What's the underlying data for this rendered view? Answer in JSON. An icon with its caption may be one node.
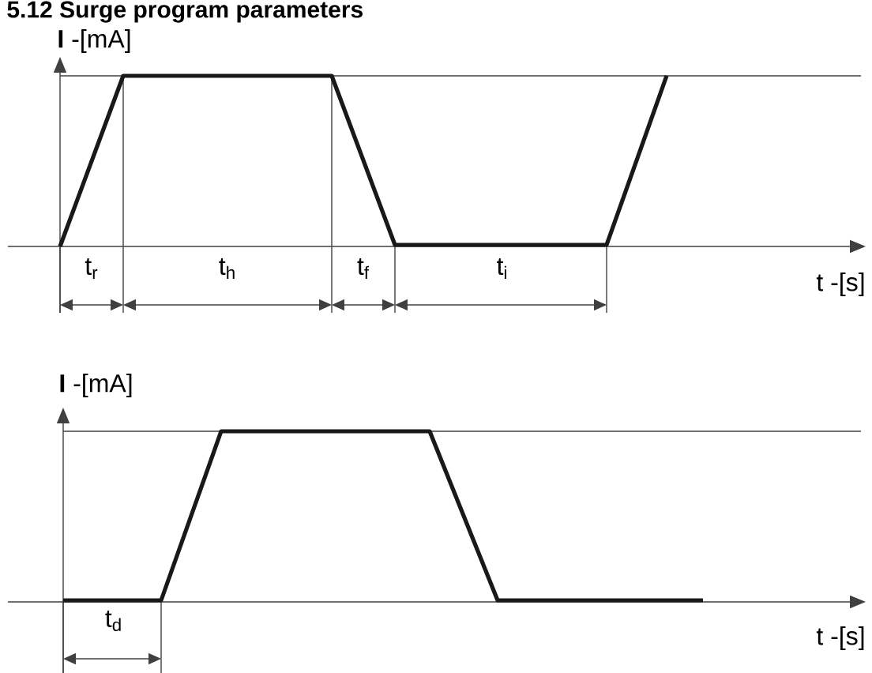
{
  "diagram": {
    "title": "5.12 Surge program parameters",
    "labels": [
      "**I** -[mA]",
      "t$_{r}$",
      "t$_{h}$",
      "t$_{f}$",
      "t$_{i}$",
      "t -[s]",
      "**I** -[mA]",
      "t$_{d}$",
      "t -[s]"
    ]
  }
}
